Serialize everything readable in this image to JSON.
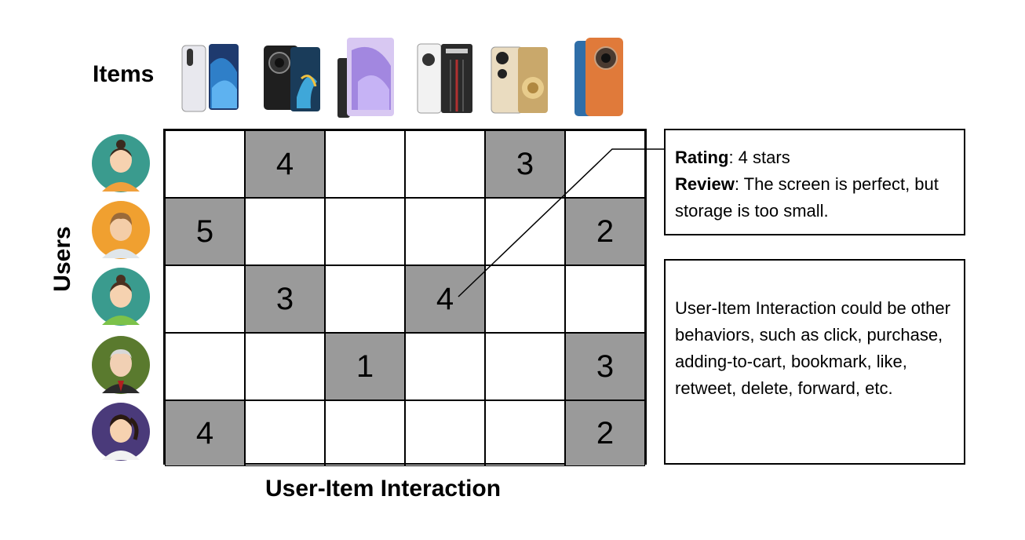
{
  "labels": {
    "items": "Items",
    "users": "Users",
    "interaction": "User-Item Interaction"
  },
  "matrix": {
    "rows": [
      [
        "",
        "4",
        "",
        "",
        "3",
        ""
      ],
      [
        "5",
        "",
        "",
        "",
        "",
        "2"
      ],
      [
        "",
        "3",
        "",
        "4",
        "",
        ""
      ],
      [
        "",
        "",
        "1",
        "",
        "",
        "3"
      ],
      [
        "4",
        "",
        "",
        "",
        "",
        "2"
      ]
    ]
  },
  "rating_box": {
    "rating_label": "Rating",
    "rating_value": ": 4 stars",
    "review_label": "Review",
    "review_value": ": The screen is perfect, but storage is too small."
  },
  "note_box": {
    "text": "User-Item Interaction could be other behaviors, such as click, purchase, adding-to-cart, bookmark, like, retweet, delete, forward, etc."
  },
  "items": [
    {
      "icon": "smartphone-white-icon",
      "color": "#e8e8ee"
    },
    {
      "icon": "smartphone-black-icon",
      "color": "#222222"
    },
    {
      "icon": "foldable-phone-icon",
      "color": "#b9a2e6"
    },
    {
      "icon": "smartphone-white-red-icon",
      "color": "#f0f0f0"
    },
    {
      "icon": "smartphone-gold-icon",
      "color": "#d8c29b"
    },
    {
      "icon": "smartphone-orange-icon",
      "color": "#e07a3a"
    }
  ],
  "users": [
    {
      "icon": "female-user-avatar-icon",
      "bg": "#3a9b8e",
      "shirt": "#f0a03c"
    },
    {
      "icon": "male-user-avatar-icon",
      "bg": "#f0a030",
      "shirt": "#e0e6ea"
    },
    {
      "icon": "female-user-avatar-icon",
      "bg": "#3a9b8e",
      "shirt": "#7cc24a"
    },
    {
      "icon": "elderly-male-user-avatar-icon",
      "bg": "#5a7a2e",
      "shirt": "#2a2a2a"
    },
    {
      "icon": "female-user-avatar-icon",
      "bg": "#4a3a7a",
      "shirt": "#f2f2f2"
    }
  ]
}
